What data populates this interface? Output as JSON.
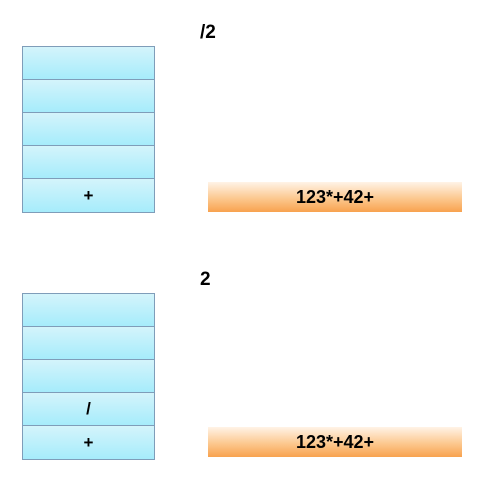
{
  "steps": [
    {
      "token": "/2",
      "stack": [
        "",
        "",
        "",
        "",
        "+"
      ],
      "input": "123*+42+"
    },
    {
      "token": "2",
      "stack": [
        "",
        "",
        "",
        "/",
        "+"
      ],
      "input": "123*+42+"
    }
  ]
}
